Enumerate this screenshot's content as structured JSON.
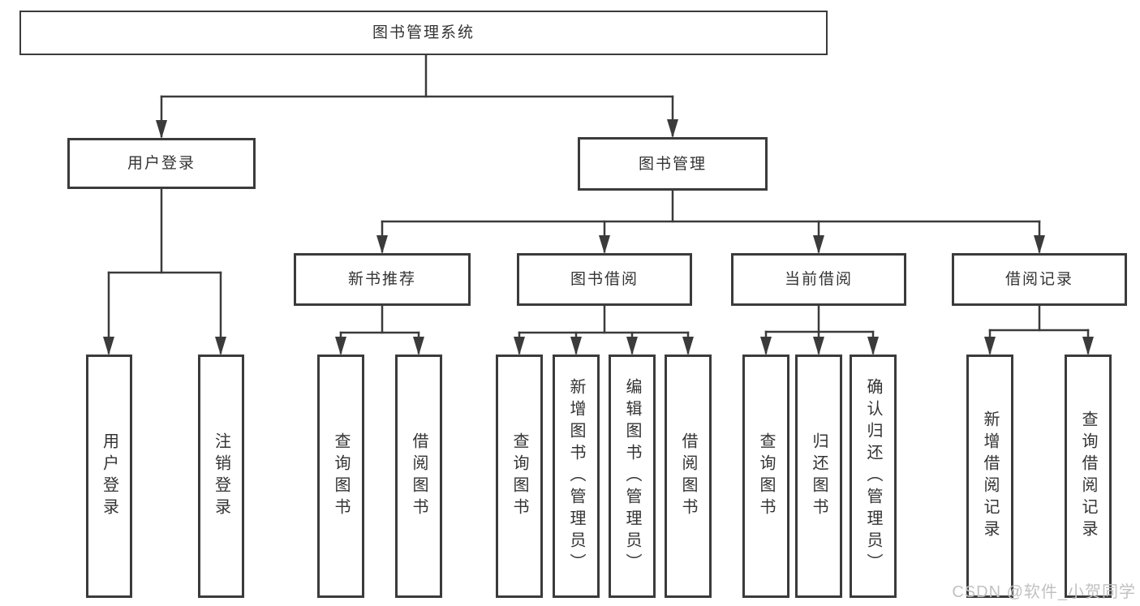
{
  "root": {
    "label": "图书管理系统"
  },
  "user_login": {
    "label": "用户登录",
    "children": [
      {
        "label": "用户登录"
      },
      {
        "label": "注销登录"
      }
    ]
  },
  "book_mgmt": {
    "label": "图书管理",
    "sections": {
      "new_book": {
        "label": "新书推荐",
        "children": [
          {
            "label": "查询图书"
          },
          {
            "label": "借阅图书"
          }
        ]
      },
      "borrow": {
        "label": "图书借阅",
        "children": [
          {
            "label": "查询图书"
          },
          {
            "label": "新增图书（管理员）"
          },
          {
            "label": "编辑图书（管理员）"
          },
          {
            "label": "借阅图书"
          }
        ]
      },
      "current": {
        "label": "当前借阅",
        "children": [
          {
            "label": "查询图书"
          },
          {
            "label": "归还图书"
          },
          {
            "label": "确认归还（管理员）"
          }
        ]
      },
      "records": {
        "label": "借阅记录",
        "children": [
          {
            "label": "新增借阅记录"
          },
          {
            "label": "查询借阅记录"
          }
        ]
      }
    }
  },
  "watermark": {
    "text": "CSDN @软件_小贺同学"
  },
  "colors": {
    "line": "#3b3b3b",
    "text": "#333333",
    "watermark": "#c2c1c1",
    "background": "#ffffff"
  }
}
